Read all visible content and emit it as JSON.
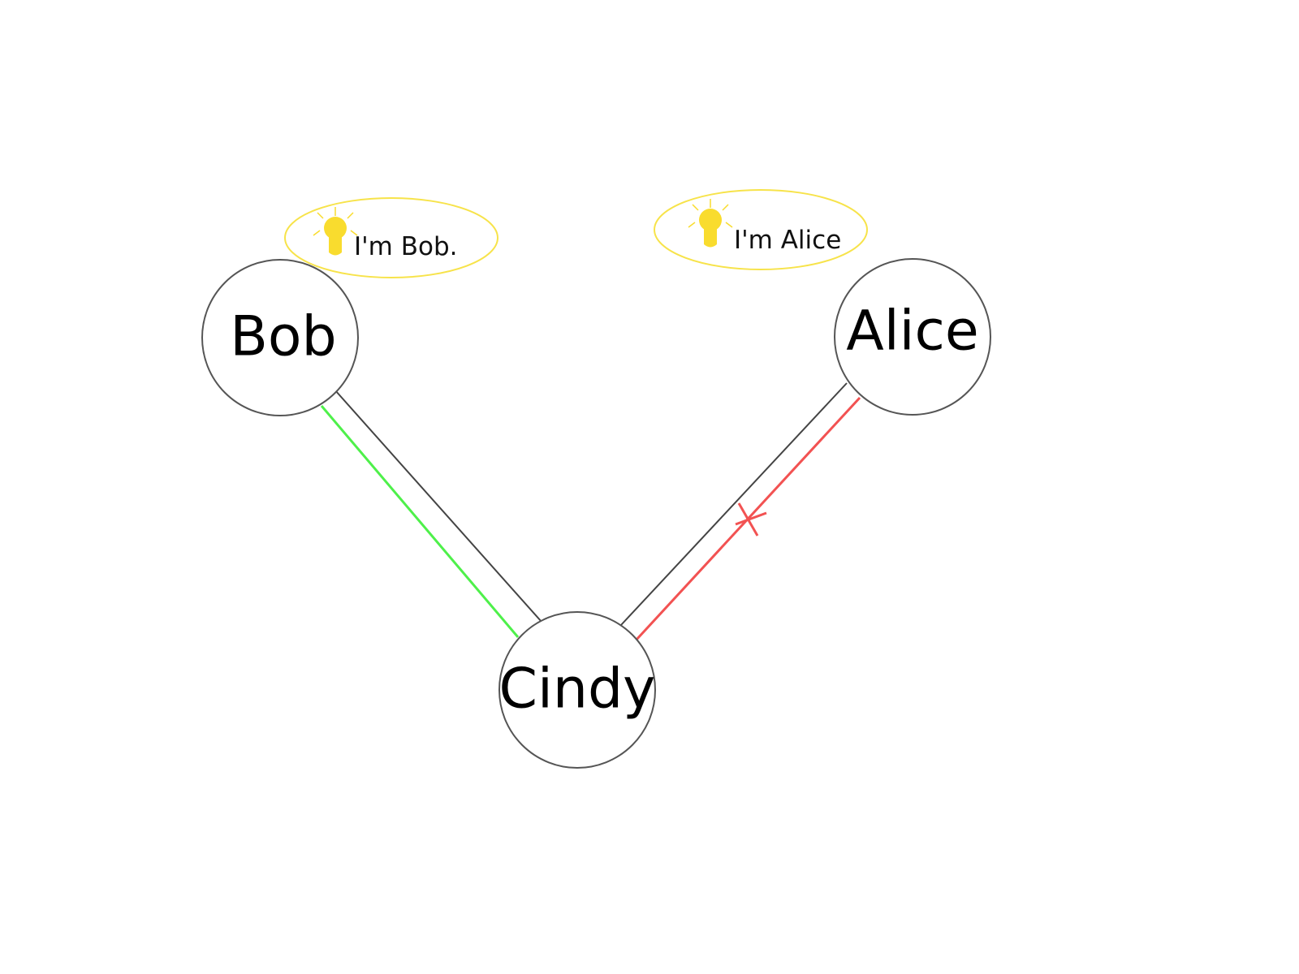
{
  "colors": {
    "node_stroke": "#555555",
    "bubble_stroke": "#f7e34a",
    "bulb_fill": "#f9dc2e",
    "edge_ok": "#4ef04a",
    "edge_blocked": "#f25252"
  },
  "nodes": {
    "bob": {
      "label": "Bob"
    },
    "alice": {
      "label": "Alice"
    },
    "cindy": {
      "label": "Cindy"
    }
  },
  "bubbles": {
    "bob": {
      "text": "I'm Bob.",
      "icon": "lightbulb-icon"
    },
    "alice": {
      "text": "I'm Alice",
      "icon": "lightbulb-icon"
    }
  },
  "edges": [
    {
      "from": "Bob",
      "to": "Cindy",
      "status": "ok"
    },
    {
      "from": "Alice",
      "to": "Cindy",
      "status": "blocked",
      "icon": "cross-mark-icon"
    }
  ]
}
